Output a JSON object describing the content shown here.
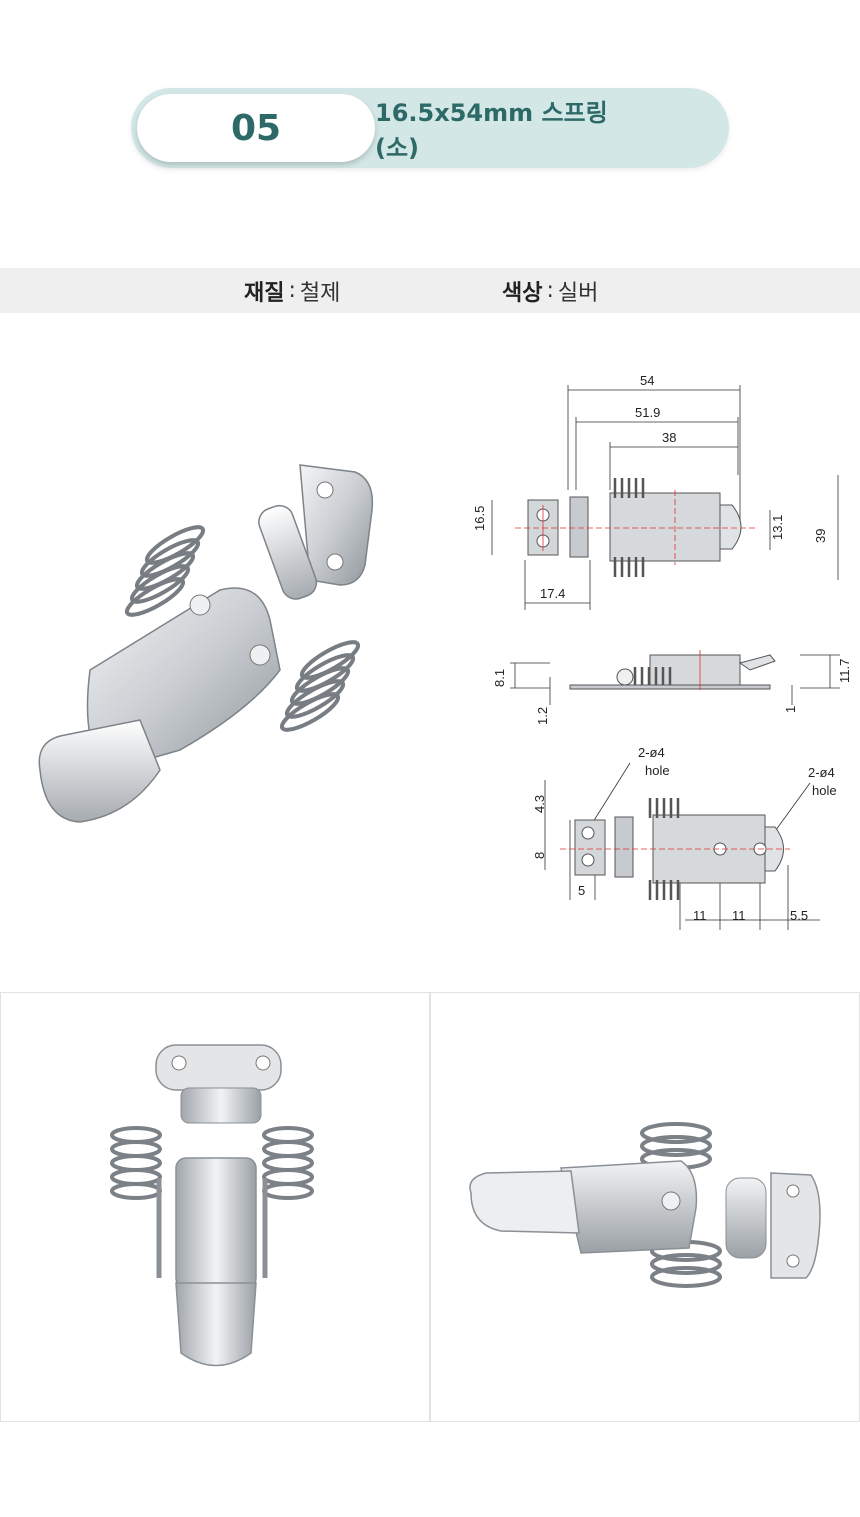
{
  "header": {
    "number": "05",
    "title": "16.5x54mm 스프링(소)"
  },
  "specs": {
    "material_key": "재질",
    "material_value": "철제",
    "color_key": "색상",
    "color_value": "실버",
    "separator": ":"
  },
  "diagram": {
    "top_view": {
      "overall_length": "54",
      "inner_length": "51.9",
      "body_length": "38",
      "plate_height": "16.5",
      "tongue_height": "13.1",
      "overall_height": "39",
      "plate_offset": "17.4"
    },
    "side_view": {
      "base_height": "8.1",
      "plate_thickness": "1.2",
      "overall_height": "11.7",
      "tip_thickness": "1"
    },
    "bottom_view": {
      "hole_left": "2-ø4",
      "hole_left_sub": "hole",
      "hole_right": "2-ø4",
      "hole_right_sub": "hole",
      "hole_spacing_v": "8",
      "hole_offset_v": "4.3",
      "hole_offset_h": "5",
      "pitch_1": "11",
      "pitch_2": "11",
      "tip_offset": "5.5"
    }
  },
  "colors": {
    "accent": "#2d6a67",
    "pill_bg": "#d3e8e6",
    "spec_bg": "#efefef",
    "metal_light": "#e6e8ea",
    "metal_dark": "#8e949a"
  }
}
